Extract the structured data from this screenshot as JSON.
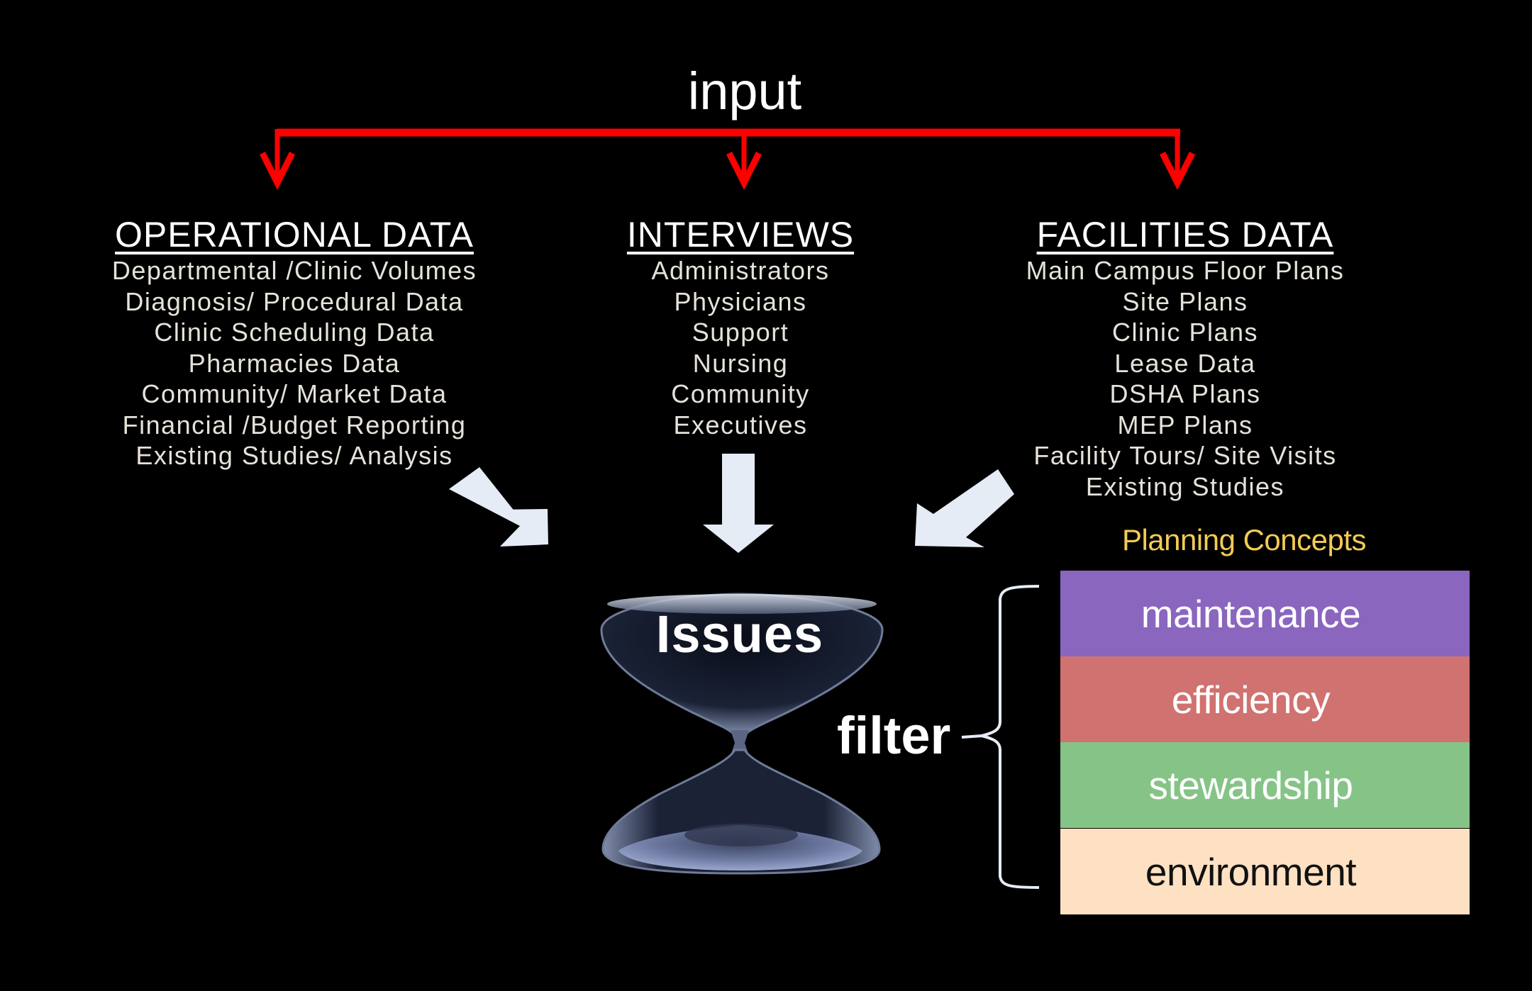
{
  "title": "input",
  "columns": [
    {
      "heading": "OPERATIONAL DATA",
      "items": [
        "Departmental /Clinic Volumes",
        "Diagnosis/ Procedural Data",
        "Clinic Scheduling Data",
        "Pharmacies Data",
        "Community/ Market Data",
        "Financial /Budget Reporting",
        "Existing Studies/ Analysis"
      ]
    },
    {
      "heading": "INTERVIEWS",
      "items": [
        "Administrators",
        "Physicians",
        "Support",
        "Nursing",
        "Community",
        "Executives"
      ]
    },
    {
      "heading": "FACILITIES DATA",
      "items": [
        "Main Campus Floor Plans",
        "Site Plans",
        "Clinic Plans",
        "Lease Data",
        "DSHA Plans",
        "MEP Plans",
        "Facility Tours/ Site Visits",
        "Existing Studies"
      ]
    }
  ],
  "hourglass": {
    "label": "Issues",
    "icon": "hourglass-icon"
  },
  "filter": {
    "label": "filter"
  },
  "planning": {
    "label": "Planning Concepts",
    "label_color": "#f3cb55",
    "concepts": [
      {
        "label": "maintenance",
        "bg": "#8a66bf",
        "fg": "#ffffff"
      },
      {
        "label": "efficiency",
        "bg": "#d07270",
        "fg": "#ffffff"
      },
      {
        "label": "stewardship",
        "bg": "#85c486",
        "fg": "#ffffff"
      },
      {
        "label": "environment",
        "bg": "#fde1c2",
        "fg": "#111111"
      }
    ]
  },
  "colors": {
    "background": "#000000",
    "input_arrows": "#ff0000",
    "flow_arrows": "#e6ecf6",
    "bracket": "#e6ecf6"
  }
}
